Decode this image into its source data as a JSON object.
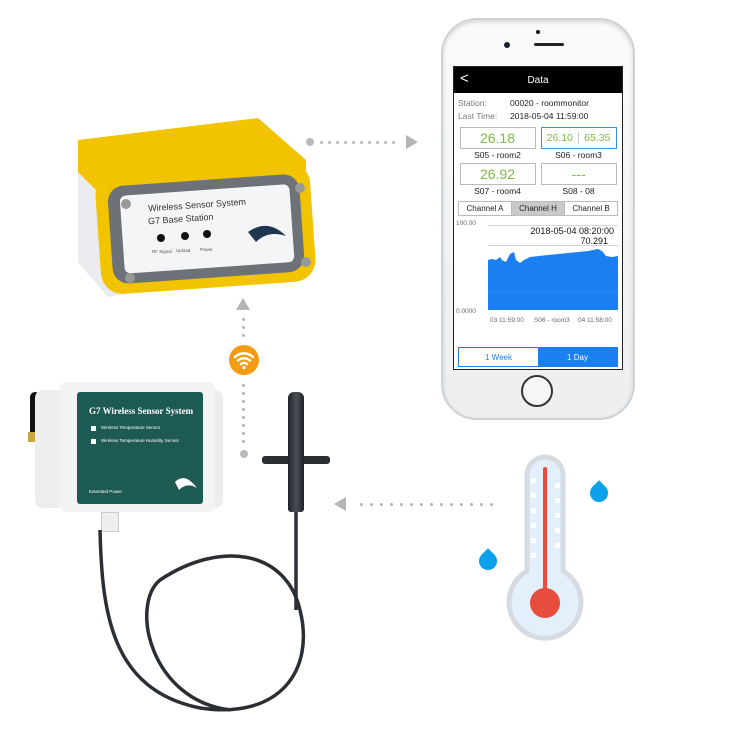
{
  "phone": {
    "nav": {
      "back_icon": "chevron-left-icon",
      "back_glyph": "<",
      "title": "Data"
    },
    "station_label": "Station:",
    "station_value": "00020 - roommonitor",
    "last_time_label": "Last Time:",
    "last_time_value": "2018-05-04 11:59:00",
    "sensors": [
      {
        "values": [
          "26.18"
        ],
        "name": "S05 - room2"
      },
      {
        "values": [
          "26.10",
          "65.35"
        ],
        "name": "S06 - room3"
      },
      {
        "values": [
          "26.92"
        ],
        "name": "S07 - room4"
      },
      {
        "values": [
          "---"
        ],
        "name": "S08 - 08"
      }
    ],
    "channels": [
      {
        "label": "Channel A",
        "active": false
      },
      {
        "label": "Channel H",
        "active": true
      },
      {
        "label": "Channel B",
        "active": false
      }
    ],
    "chart": {
      "y_max_label": "100.00",
      "y_min_label": "0.0000",
      "tooltip_time": "2018-05-04 08:20:00",
      "tooltip_value": "70.291",
      "x_labels": [
        "03 11:59:00",
        "S06 - room3",
        "04 11:58:00"
      ],
      "fill_color": "#1a7ff0"
    },
    "range": [
      {
        "label": "1 Week",
        "active": false
      },
      {
        "label": "1 Day",
        "active": true
      }
    ]
  },
  "base_station": {
    "line1": "Wireless  Sensor System",
    "line2": "G7 Base Station",
    "leds": [
      "RF Signal",
      "Upload",
      "Power"
    ]
  },
  "transmitter": {
    "title": "G7 Wireless Sensor System",
    "items": [
      "Wireless Temperature Sensor",
      "Wireless Temperature Humidity Sensor"
    ],
    "footer": "Extended Power"
  },
  "colors": {
    "accent_orange": "#f39c12",
    "drop_blue": "#0aa1ea",
    "thermo_red": "#e84c3d",
    "enclosure_yellow": "#f2c400",
    "panel_green": "#1d5a52"
  }
}
